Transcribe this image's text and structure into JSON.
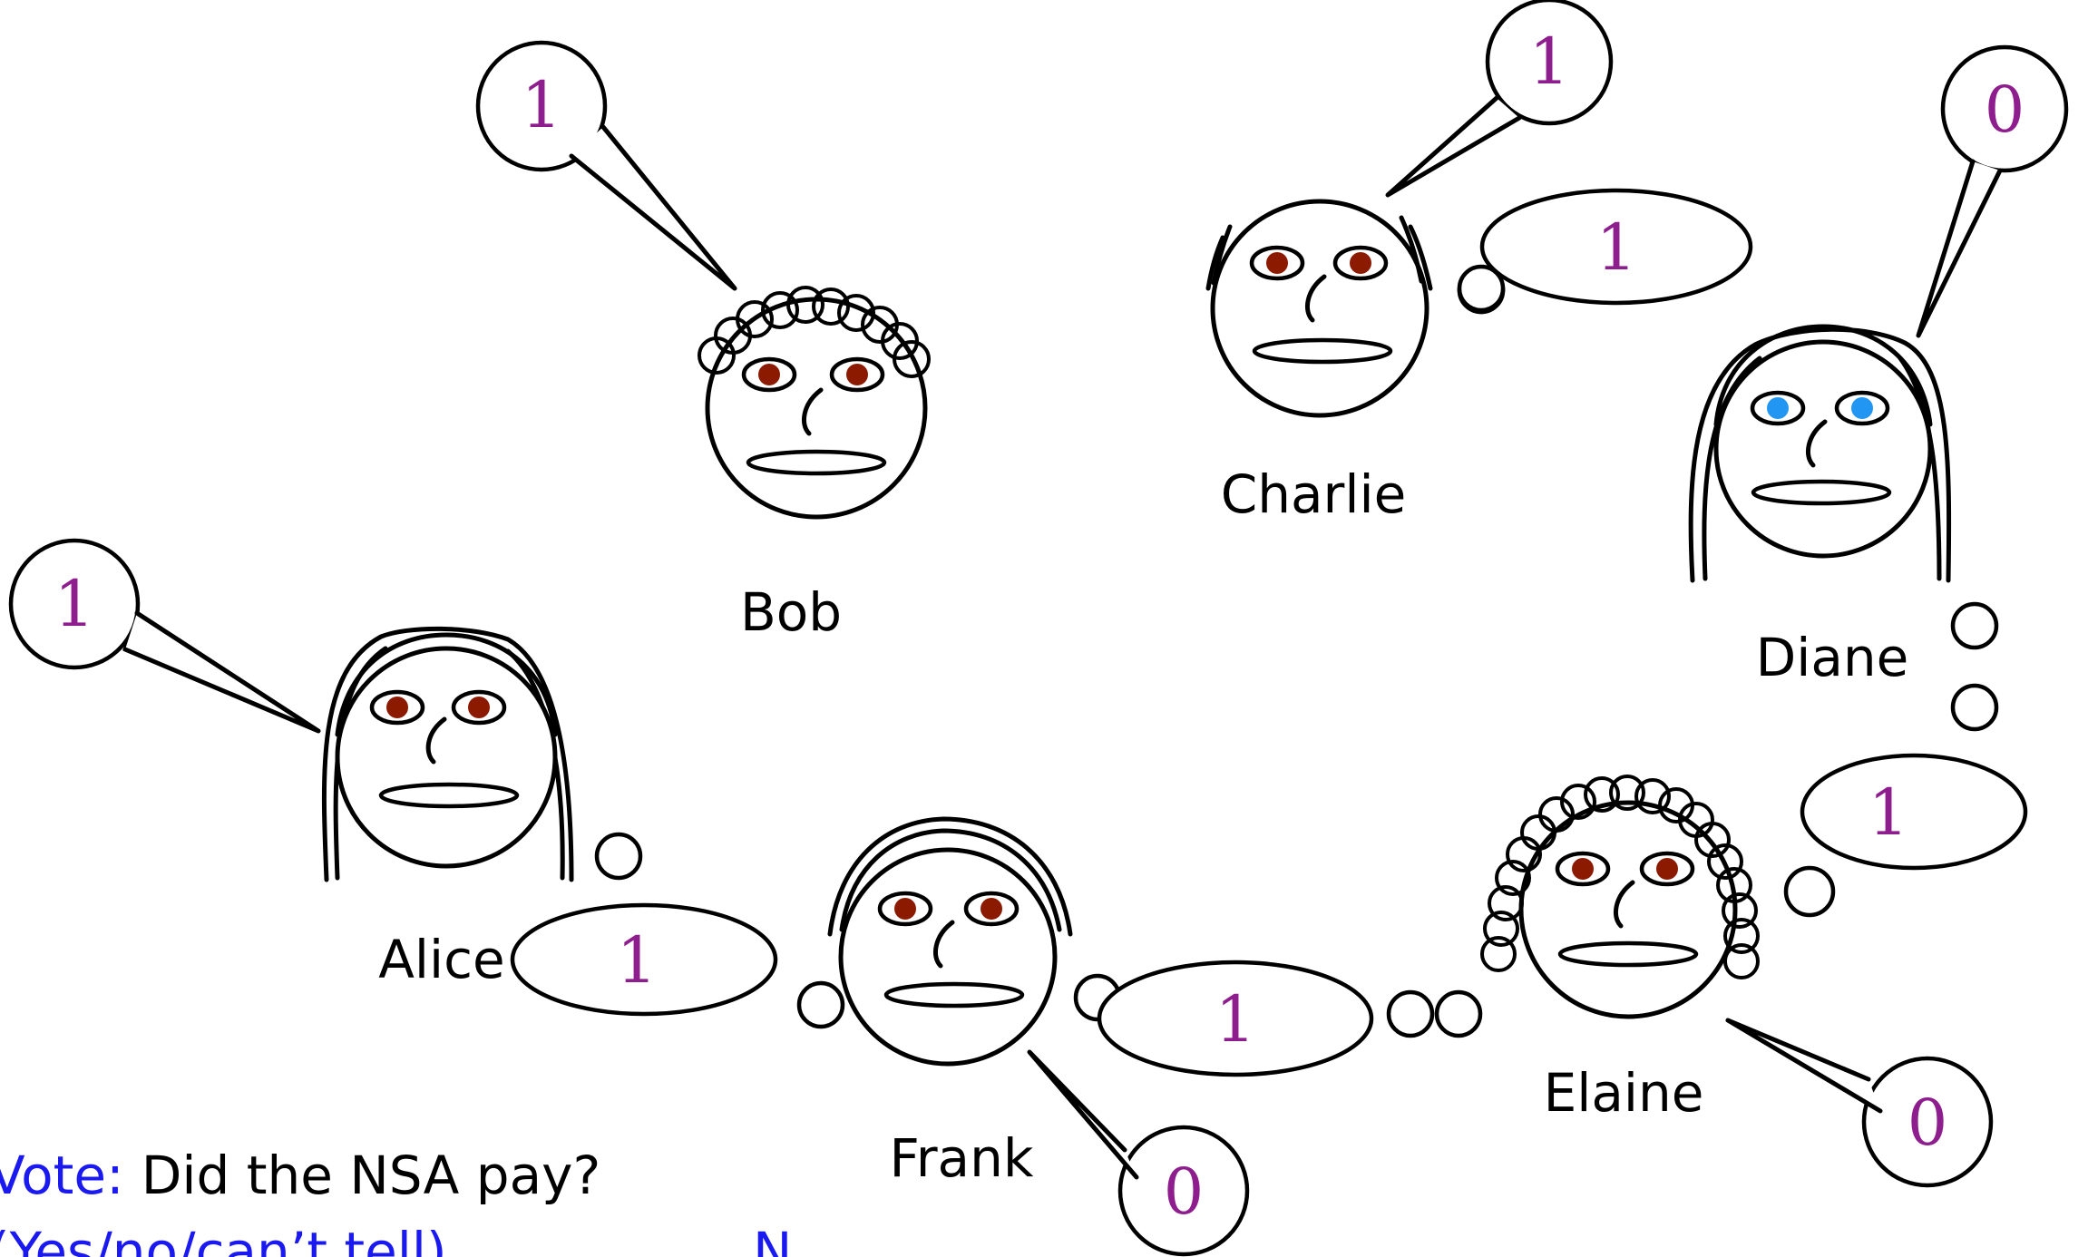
{
  "colors": {
    "bit": "#8e1e8e",
    "iris_brown": "#8b1a00",
    "iris_rim": "#b06a00",
    "iris_blue": "#2196f3",
    "vote_label": "#1a1af0"
  },
  "people": [
    {
      "name": "Alice",
      "said_bit": "1",
      "hair": "long",
      "eyes": "brown"
    },
    {
      "name": "Bob",
      "said_bit": "1",
      "hair": "curly",
      "eyes": "brown"
    },
    {
      "name": "Charlie",
      "said_bit": "1",
      "hair": "bald-sides",
      "eyes": "brown"
    },
    {
      "name": "Diane",
      "said_bit": "0",
      "hair": "long",
      "eyes": "blue"
    },
    {
      "name": "Elaine",
      "said_bit": "0",
      "hair": "curly-long",
      "eyes": "brown"
    },
    {
      "name": "Frank",
      "said_bit": "0",
      "hair": "short",
      "eyes": "brown"
    }
  ],
  "shared_bits": [
    {
      "between": "Alice-Frank",
      "value": "1"
    },
    {
      "between": "Frank-Elaine",
      "value": "1"
    },
    {
      "between": "Elaine-Diane",
      "value": "1"
    },
    {
      "between": "Diane-Charlie",
      "value": "1"
    }
  ],
  "vote": {
    "label": "Vote:",
    "question": "Did the NSA pay?",
    "line2_blue": "(Yes/no/can’t tell)",
    "line2_black": "N"
  }
}
